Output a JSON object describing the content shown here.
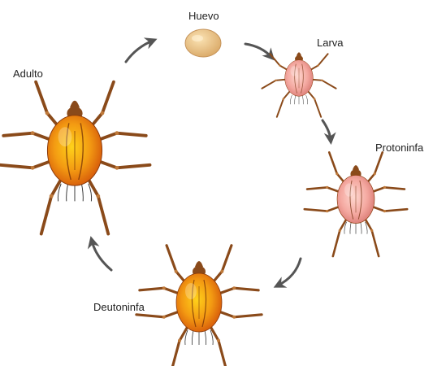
{
  "stages": {
    "egg": {
      "label": "Huevo"
    },
    "larva": {
      "label": "Larva"
    },
    "protonymph": {
      "label": "Protoninfa"
    },
    "deutonymph": {
      "label": "Deutoninfa"
    },
    "adult": {
      "label": "Adulto"
    }
  },
  "colors": {
    "arrow": "#555555",
    "egg": "#e8c48a",
    "nymph_body": "#f4a8a0",
    "adult_body": "#f08a10",
    "leg": "#8a4a1a"
  },
  "icons": {
    "egg": "egg-icon",
    "larva": "larva-mite-icon",
    "protonymph": "protonymph-mite-icon",
    "deutonymph": "deutonymph-mite-icon",
    "adult": "adult-mite-icon",
    "arrow": "cycle-arrow-icon"
  }
}
